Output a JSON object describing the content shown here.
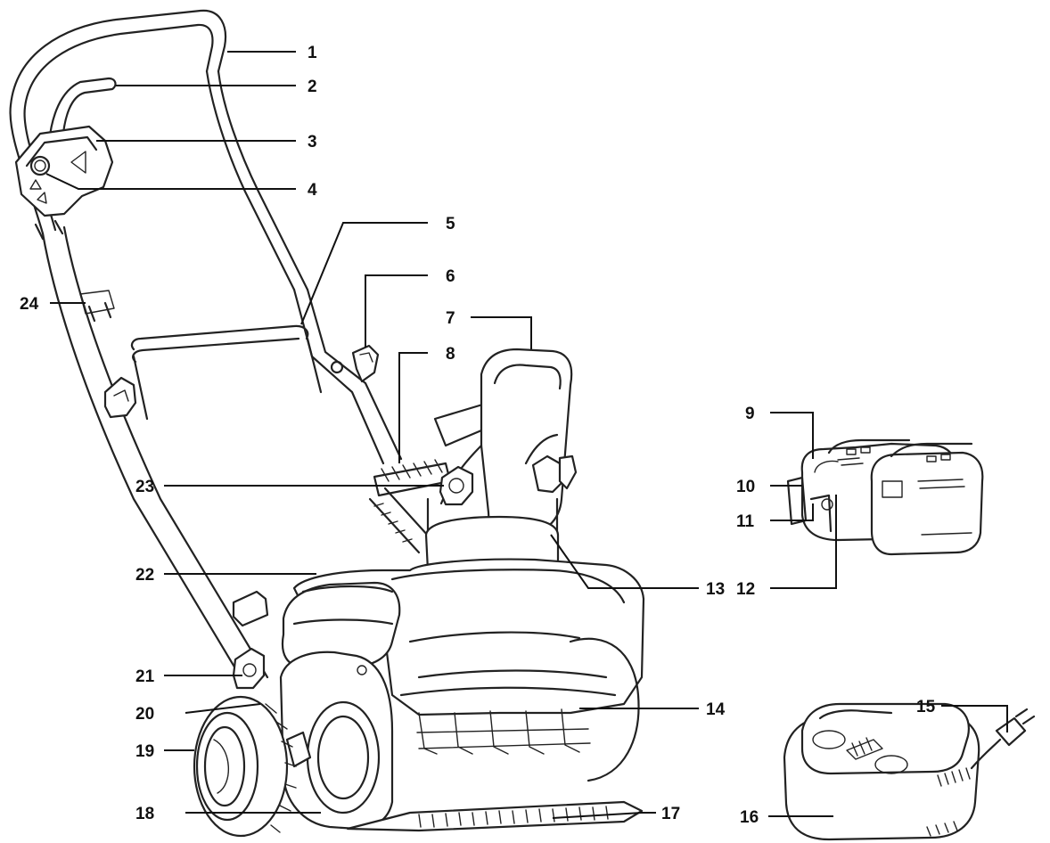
{
  "diagram": {
    "callouts": [
      {
        "id": "c1",
        "label": "1"
      },
      {
        "id": "c2",
        "label": "2"
      },
      {
        "id": "c3",
        "label": "3"
      },
      {
        "id": "c4",
        "label": "4"
      },
      {
        "id": "c5",
        "label": "5"
      },
      {
        "id": "c6",
        "label": "6"
      },
      {
        "id": "c7",
        "label": "7"
      },
      {
        "id": "c8",
        "label": "8"
      },
      {
        "id": "c9",
        "label": "9"
      },
      {
        "id": "c10",
        "label": "10"
      },
      {
        "id": "c11",
        "label": "11"
      },
      {
        "id": "c12",
        "label": "12"
      },
      {
        "id": "c13",
        "label": "13"
      },
      {
        "id": "c14",
        "label": "14"
      },
      {
        "id": "c15",
        "label": "15"
      },
      {
        "id": "c16",
        "label": "16"
      },
      {
        "id": "c17",
        "label": "17"
      },
      {
        "id": "c18",
        "label": "18"
      },
      {
        "id": "c19",
        "label": "19"
      },
      {
        "id": "c20",
        "label": "20"
      },
      {
        "id": "c21",
        "label": "21"
      },
      {
        "id": "c22",
        "label": "22"
      },
      {
        "id": "c23",
        "label": "23"
      },
      {
        "id": "c24",
        "label": "24"
      }
    ]
  },
  "colors": {
    "line": "#222222",
    "background": "#ffffff"
  }
}
